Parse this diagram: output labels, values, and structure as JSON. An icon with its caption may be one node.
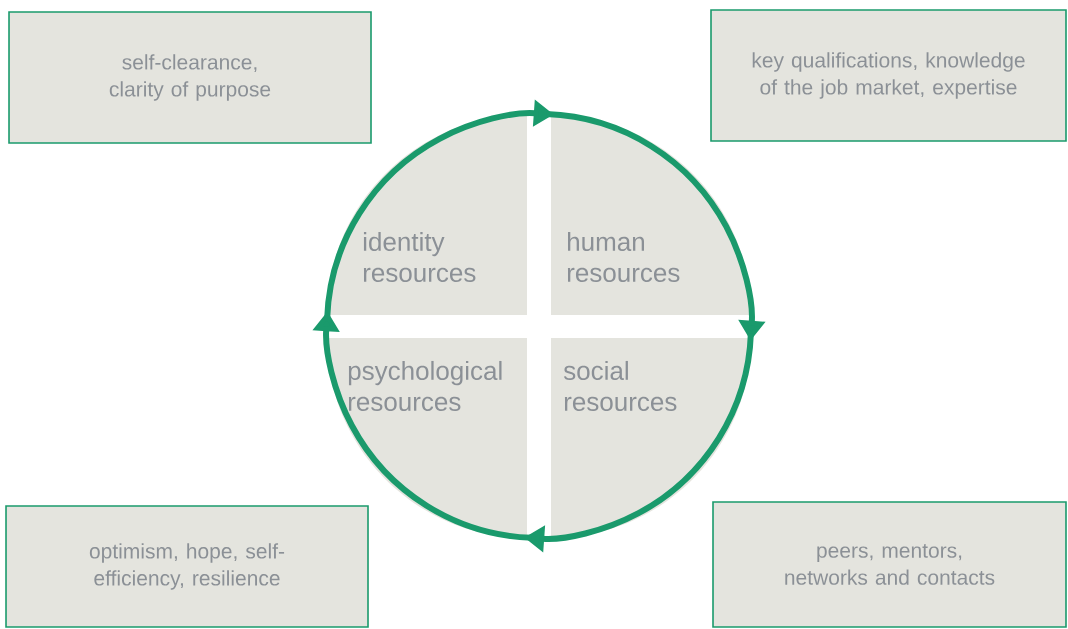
{
  "diagram": {
    "nodes": [
      {
        "text": [
          "self-clearance, clarity of purpose"
        ]
      },
      {
        "text": [
          "key qualifications, knowledge of the job market, expertise"
        ]
      },
      {
        "text": [
          "identity resources"
        ]
      },
      {
        "text": [
          "human resources"
        ]
      },
      {
        "text": [
          "psychological resources"
        ]
      },
      {
        "text": [
          "social resources"
        ]
      },
      {
        "text": [
          "optimism, hope, self-efficiency, resilience"
        ]
      },
      {
        "text": [
          "peers, mentors, networks and contacts"
        ]
      }
    ],
    "edges": [
      {
        "from": 2,
        "to": 3,
        "arrow": "to"
      },
      {
        "from": 3,
        "to": 5,
        "arrow": "to"
      },
      {
        "from": 5,
        "to": 4,
        "arrow": "to"
      },
      {
        "from": 4,
        "to": 2,
        "arrow": "to"
      }
    ]
  }
}
